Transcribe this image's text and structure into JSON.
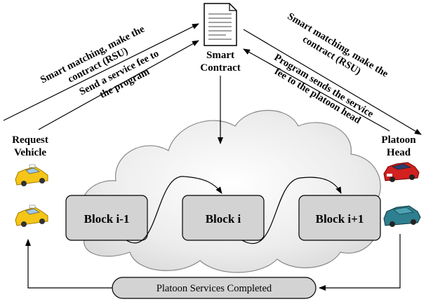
{
  "smart_contract": {
    "line1": "Smart",
    "line2": "Contract",
    "icon": "document-icon"
  },
  "request_vehicle": {
    "line1": "Request",
    "line2": "Vehicle",
    "icon": "taxi-icon"
  },
  "platoon_head": {
    "line1": "Platoon",
    "line2": "Head",
    "icon": "car-icon"
  },
  "edges": {
    "left_upper": {
      "line1": "Smart matching, make the",
      "line2": "contract (RSU)"
    },
    "left_lower": {
      "line1": "Send a service fee to",
      "line2": "the program"
    },
    "right_upper": {
      "line1": "Smart matching, make the",
      "line2": "contract (RSU)"
    },
    "right_lower": {
      "line1": "Program sends the service",
      "line2": "fee to the platoon head"
    }
  },
  "blocks": [
    "Block i-1",
    "Block i",
    "Block i+1"
  ],
  "completed_label": "Platoon Services Completed",
  "colors": {
    "block_fill": "#d3d3d3",
    "cloud_fill": "#eeeeee",
    "taxi_yellow": "#f5c518",
    "red_car": "#d32020",
    "teal_car": "#2e7f8f"
  }
}
